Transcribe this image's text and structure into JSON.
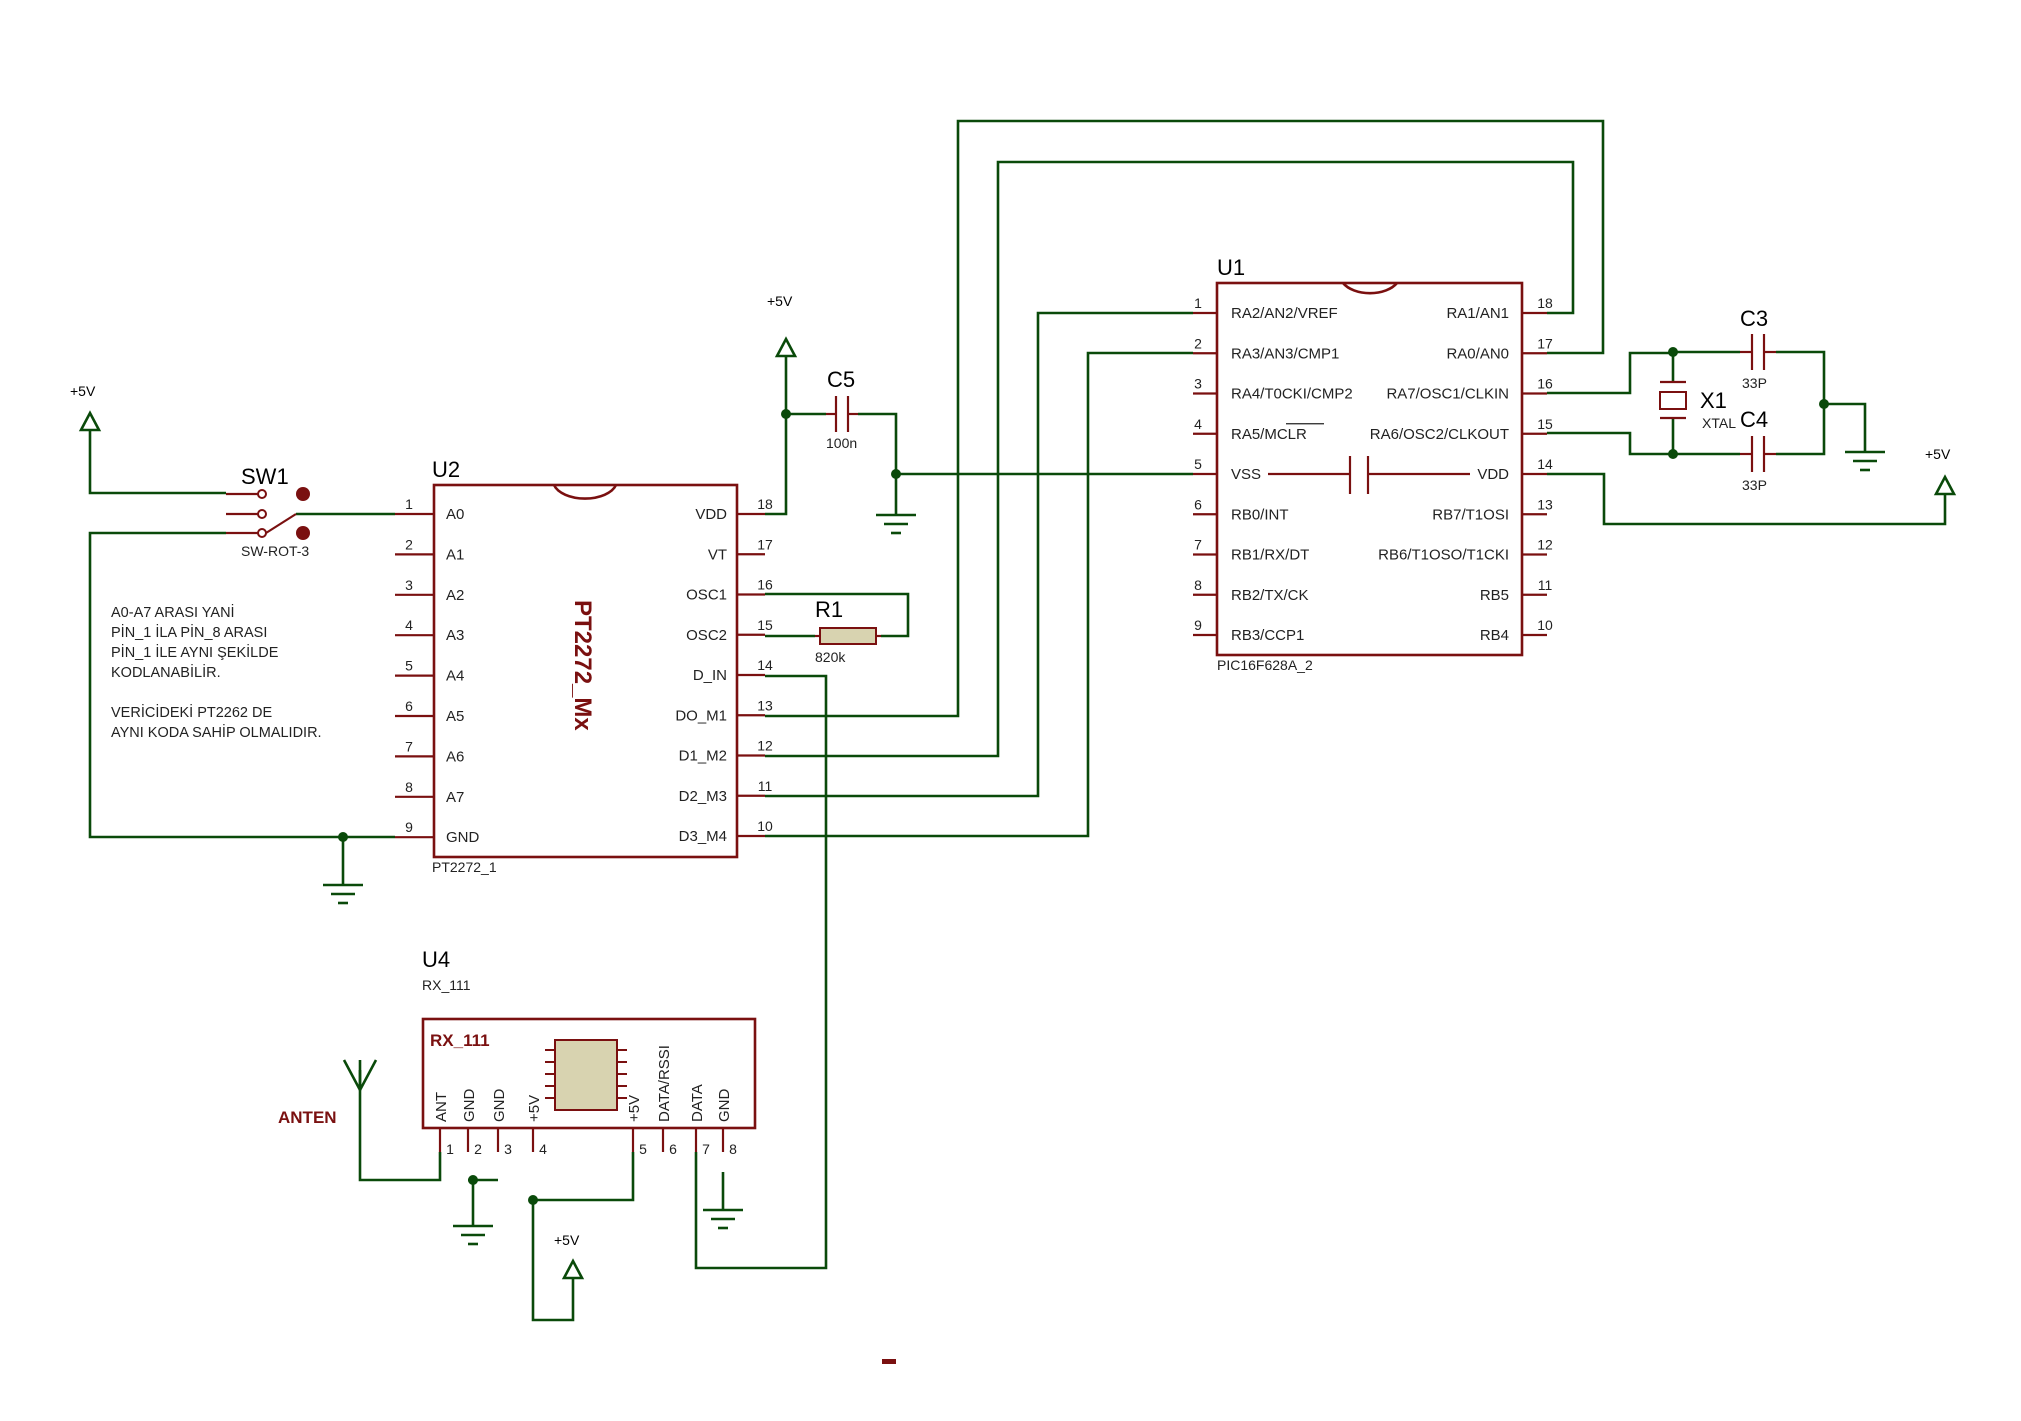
{
  "components": {
    "u1": {
      "ref": "U1",
      "part": "PIC16F628A_2",
      "left_pins": [
        {
          "num": "1",
          "name": "RA2/AN2/VREF"
        },
        {
          "num": "2",
          "name": "RA3/AN3/CMP1"
        },
        {
          "num": "3",
          "name": "RA4/T0CKI/CMP2"
        },
        {
          "num": "4",
          "name": "RA5/MCLR"
        },
        {
          "num": "5",
          "name": "VSS"
        },
        {
          "num": "6",
          "name": "RB0/INT"
        },
        {
          "num": "7",
          "name": "RB1/RX/DT"
        },
        {
          "num": "8",
          "name": "RB2/TX/CK"
        },
        {
          "num": "9",
          "name": "RB3/CCP1"
        }
      ],
      "right_pins": [
        {
          "num": "18",
          "name": "RA1/AN1"
        },
        {
          "num": "17",
          "name": "RA0/AN0"
        },
        {
          "num": "16",
          "name": "RA7/OSC1/CLKIN"
        },
        {
          "num": "15",
          "name": "RA6/OSC2/CLKOUT"
        },
        {
          "num": "14",
          "name": "VDD"
        },
        {
          "num": "13",
          "name": "RB7/T1OSI"
        },
        {
          "num": "12",
          "name": "RB6/T1OSO/T1CKI"
        },
        {
          "num": "11",
          "name": "RB5"
        },
        {
          "num": "10",
          "name": "RB4"
        }
      ]
    },
    "u2": {
      "ref": "U2",
      "part": "PT2272_1",
      "chip": "PT2272_Mx",
      "left_pins": [
        {
          "num": "1",
          "name": "A0"
        },
        {
          "num": "2",
          "name": "A1"
        },
        {
          "num": "3",
          "name": "A2"
        },
        {
          "num": "4",
          "name": "A3"
        },
        {
          "num": "5",
          "name": "A4"
        },
        {
          "num": "6",
          "name": "A5"
        },
        {
          "num": "7",
          "name": "A6"
        },
        {
          "num": "8",
          "name": "A7"
        },
        {
          "num": "9",
          "name": "GND"
        }
      ],
      "right_pins": [
        {
          "num": "18",
          "name": "VDD"
        },
        {
          "num": "17",
          "name": "VT"
        },
        {
          "num": "16",
          "name": "OSC1"
        },
        {
          "num": "15",
          "name": "OSC2"
        },
        {
          "num": "14",
          "name": "D_IN"
        },
        {
          "num": "13",
          "name": "DO_M1"
        },
        {
          "num": "12",
          "name": "D1_M2"
        },
        {
          "num": "11",
          "name": "D2_M3"
        },
        {
          "num": "10",
          "name": "D3_M4"
        }
      ]
    },
    "u4": {
      "ref": "U4",
      "part": "RX_111",
      "inner_label": "RX_111",
      "pins": [
        {
          "num": "1",
          "name": "ANT"
        },
        {
          "num": "2",
          "name": "GND"
        },
        {
          "num": "3",
          "name": "GND"
        },
        {
          "num": "4",
          "name": "+5V"
        },
        {
          "num": "5",
          "name": "+5V"
        },
        {
          "num": "6",
          "name": "DATA/RSSI"
        },
        {
          "num": "7",
          "name": "DATA"
        },
        {
          "num": "8",
          "name": "GND"
        }
      ]
    },
    "sw1": {
      "ref": "SW1",
      "value": "SW-ROT-3"
    },
    "c5": {
      "ref": "C5",
      "value": "100n"
    },
    "r1": {
      "ref": "R1",
      "value": "820k"
    },
    "c3": {
      "ref": "C3",
      "value": "33P"
    },
    "c4": {
      "ref": "C4",
      "value": "33P"
    },
    "x1": {
      "ref": "X1",
      "value": "XTAL"
    }
  },
  "power_labels": {
    "vcc": "+5V"
  },
  "antenna_label": "ANTEN",
  "note_lines": [
    "A0-A7 ARASI YANİ",
    "PİN_1 İLA PİN_8 ARASI",
    "PİN_1 İLE AYNI ŞEKİLDE",
    "KODLANABİLİR.",
    "",
    "VERİCİDEKİ PT2262 DE",
    "AYNI KODA SAHİP OLMALIDIR."
  ],
  "colors": {
    "wire": "#0a4a0a",
    "component": "#7a1010",
    "ic_fill": "#d8d3b0"
  }
}
